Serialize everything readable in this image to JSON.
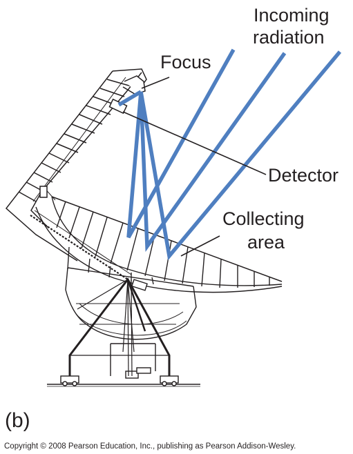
{
  "labels": {
    "incoming_line1": "Incoming",
    "incoming_line2": "radiation",
    "focus": "Focus",
    "detector": "Detector",
    "collecting_line1": "Collecting",
    "collecting_line2": "area",
    "panel": "(b)",
    "copyright": "Copyright © 2008 Pearson Education, Inc., publishing as Pearson Addison-Wesley."
  },
  "colors": {
    "radiation": "#4f7fc0",
    "line": "#231f20"
  }
}
